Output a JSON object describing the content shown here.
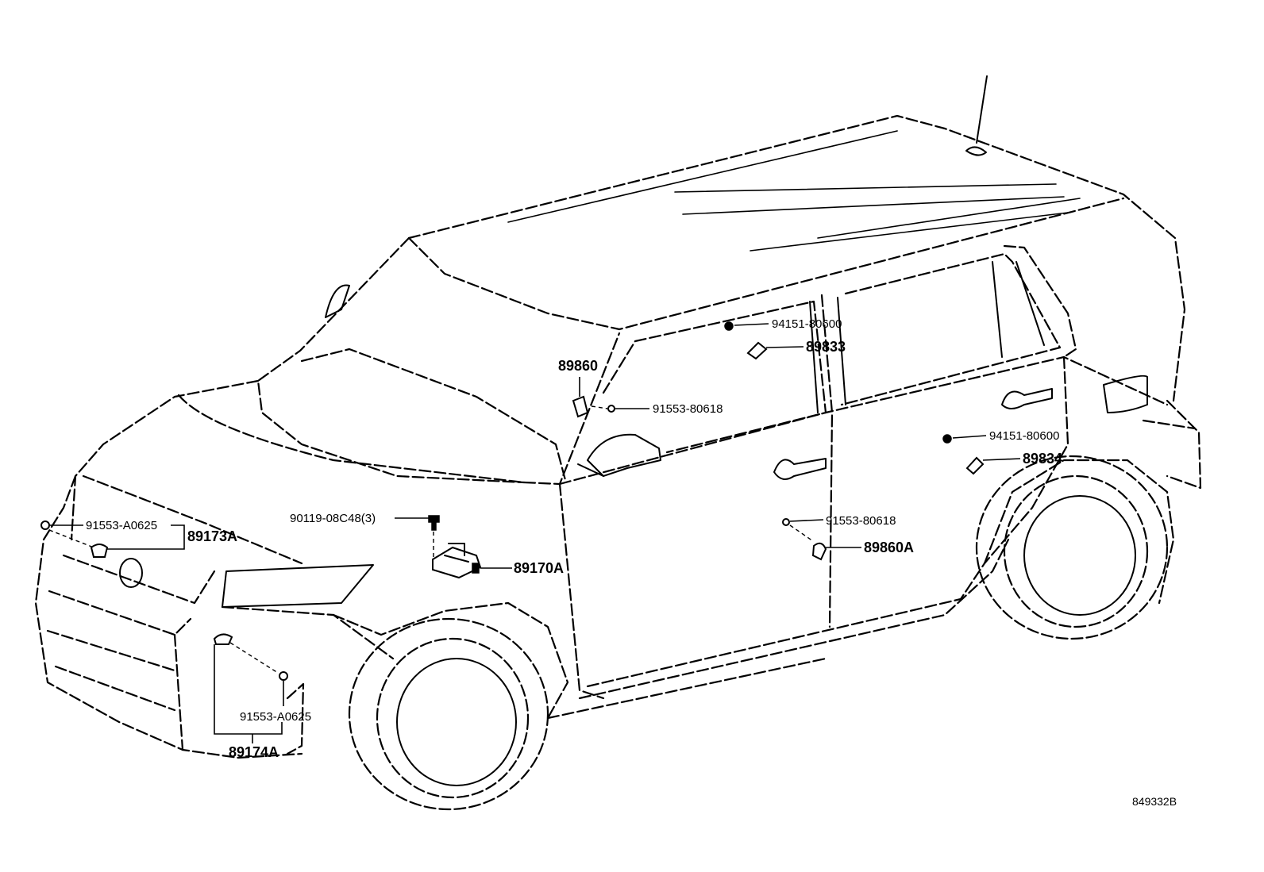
{
  "diagram_code": "849332B",
  "callouts": {
    "p89860": "89860",
    "p91553_80618_upper": "91553-80618",
    "p94151_80600_upper": "94151-80600",
    "p89833": "89833",
    "p94151_80600_rear": "94151-80600",
    "p89834": "89834",
    "p91553_A0625_front": "91553-A0625",
    "p89173A": "89173A",
    "p90119_08C48": "90119-08C48(3)",
    "p89170A": "89170A",
    "p91553_80618_door": "91553-80618",
    "p89860A": "89860A",
    "p91553_A0625_lower": "91553-A0625",
    "p89174A": "89174A"
  }
}
